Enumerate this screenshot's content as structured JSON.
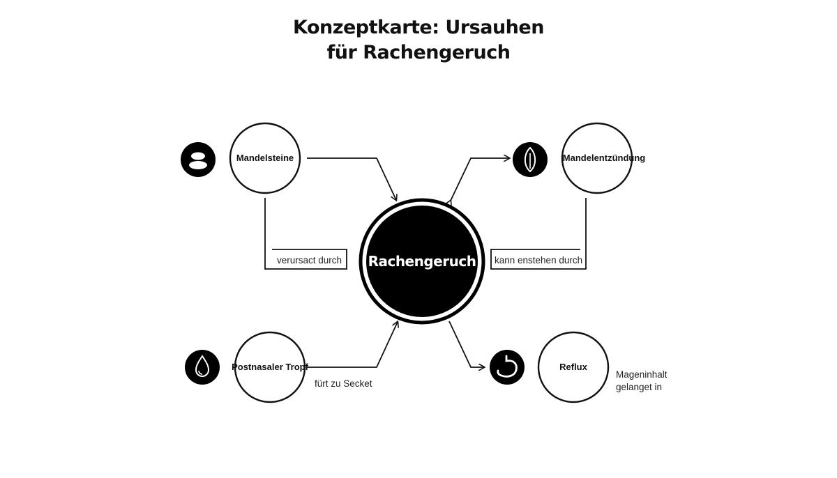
{
  "title": {
    "line1": "Konzeptkarte: Ursauhen",
    "line2": "für Rachengeruch"
  },
  "center": {
    "label": "Rachengeruch"
  },
  "nodes": {
    "mandelsteine": {
      "label": "Mandelsteine",
      "icon": "stones-icon"
    },
    "mandelentzuendung": {
      "label": "Mandelentzündung",
      "icon": "leaf-icon"
    },
    "postnasaler_tropf": {
      "label": "Postnasaler Tropf",
      "icon": "droplet-icon"
    },
    "reflux": {
      "label": "Reflux",
      "icon": "stomach-icon"
    }
  },
  "edges": {
    "verursacht": "verursact durch",
    "kann_entstehen": "kann enstehen durch",
    "fuehrt_zu": "fürt zu Secket",
    "mageninhalt_line1": "Mageninhalt",
    "mageninhalt_line2": "gelanget in"
  },
  "colors": {
    "ink": "#111111",
    "background": "#ffffff",
    "center_fill": "#000000",
    "center_text": "#ffffff"
  }
}
